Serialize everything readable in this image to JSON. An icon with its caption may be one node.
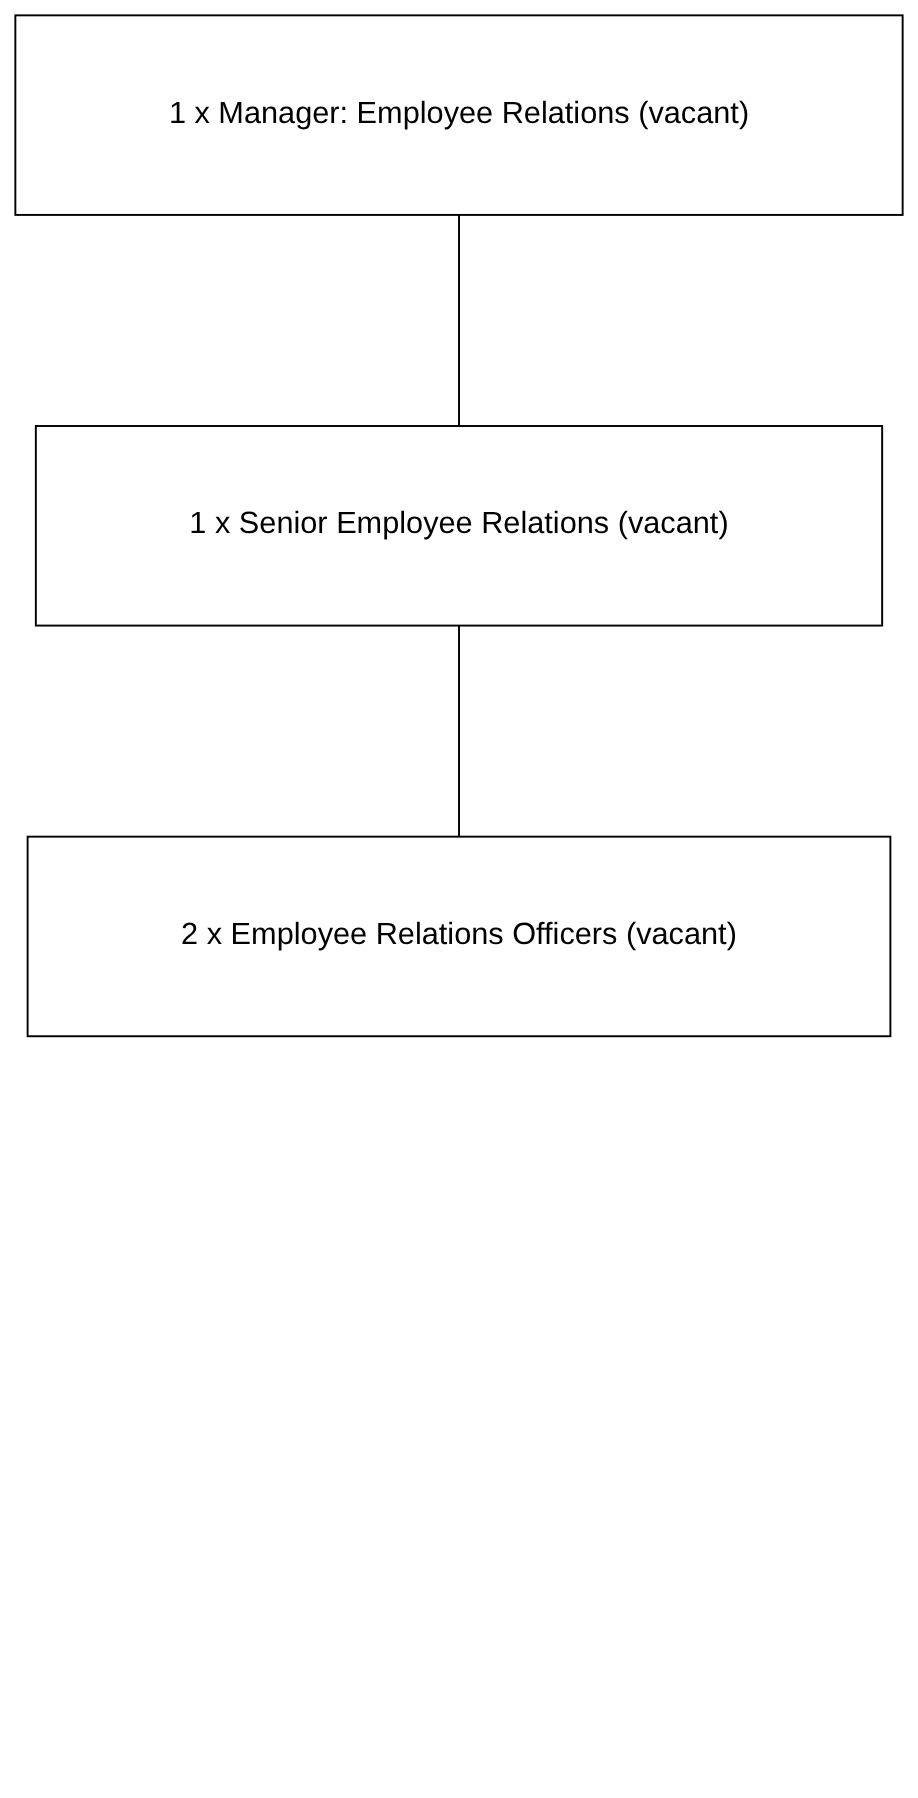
{
  "diagram": {
    "nodes": [
      {
        "text": [
          "1 x Manager: Employee Relations (vacant)"
        ]
      },
      {
        "text": [
          "1 x Senior Employee Relations (vacant)"
        ]
      },
      {
        "text": [
          "2 x Employee Relations Officers (vacant)"
        ]
      }
    ],
    "edges": [
      {
        "from": 0,
        "to": 1,
        "arrow": "none"
      },
      {
        "from": 1,
        "to": 2,
        "arrow": "none"
      }
    ]
  }
}
